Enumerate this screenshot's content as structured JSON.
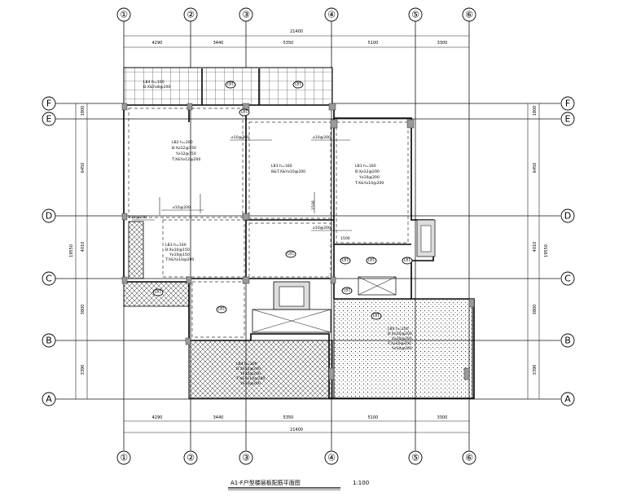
{
  "title": "A1-F户型楼层板配筋平面图",
  "scale": "1:100",
  "axes_vertical": [
    "①",
    "②",
    "③",
    "④",
    "⑤",
    "⑥"
  ],
  "axes_horizontal": [
    "F",
    "E",
    "D",
    "C",
    "B",
    "A"
  ],
  "dims_top": [
    "4290",
    "3440",
    "5350",
    "5100",
    "3300"
  ],
  "dims_bottom": [
    "4290",
    "3440",
    "5350",
    "5100",
    "3300"
  ],
  "dim_total": "21400",
  "dims_side": [
    "1800",
    "6450",
    "4010",
    "3800",
    "3390"
  ],
  "dim_side_total": "19550",
  "slab_labels": {
    "lb1_a": "LB1",
    "lb1_b": "LB1",
    "lb1_c": "LB1",
    "lb1_d": "LB1",
    "lb1_e": "LB1",
    "lb1_f": "LB1",
    "lb1_g": "LB1",
    "lb1_h": "LB1",
    "lb1_i": "LB1",
    "lb1_j": "LB1",
    "lb1_k": "LB1"
  },
  "notes": {
    "n1": [
      "LB4 h=100",
      "B:X&Y⌀8@200"
    ],
    "n2": [
      "LB2 h=200",
      "B:X⌀12@150",
      "Y⌀12@150",
      "T:X&Y⌀12@200"
    ],
    "n3": [
      "LB1 h=160",
      "B&T:X&Y⌀10@200"
    ],
    "n4": [
      "LB1 h=160",
      "B:X⌀12@200",
      "Y⌀10@200",
      "T:X&Y⌀10@200"
    ],
    "n5": [
      "LB3 h=160",
      "B:X⌀10@150",
      "Y⌀10@150",
      "T:X&Y⌀10@200"
    ],
    "n6": [
      "LB4 h=200",
      "B:X⌀10@200",
      "Y⌀10@200",
      "T:X⌀10@200",
      "Y⌀10@200"
    ],
    "n7": [
      "LB4 h=200",
      "B:X⌀10@200",
      "Y⌀10@200",
      "T:X&Y⌀10@200",
      "Y⌀10@200"
    ],
    "r1": "⌀10@200",
    "r2": "⌀10@200",
    "r3": "⌀10@200",
    "r4": "⌀10@200",
    "r5": "⌀10@200",
    "r6": "1500",
    "r7": "1500"
  }
}
